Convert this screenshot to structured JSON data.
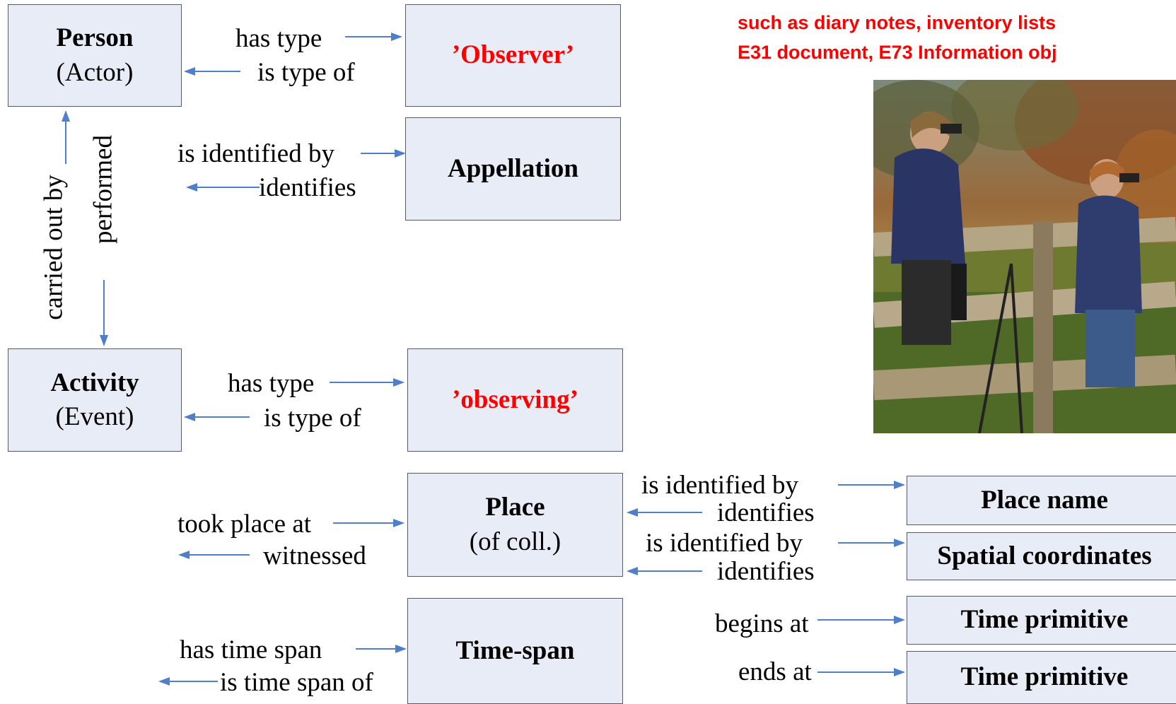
{
  "note": {
    "line1": "such as diary notes, inventory lists",
    "line2": "E31 document, E73 Information obj"
  },
  "boxes": {
    "person": {
      "title": "Person",
      "sub": "(Actor)"
    },
    "observer": {
      "title": "’Observer’"
    },
    "appellation": {
      "title": "Appellation"
    },
    "activity": {
      "title": "Activity",
      "sub": "(Event)"
    },
    "observing": {
      "title": "’observing’"
    },
    "place": {
      "title": "Place",
      "sub": "(of coll.)"
    },
    "timespan": {
      "title": "Time-span"
    },
    "place_name": {
      "title": "Place name"
    },
    "spatial": {
      "title": "Spatial coordinates"
    },
    "time_primitive_1": {
      "title": "Time primitive"
    },
    "time_primitive_2": {
      "title": "Time primitive"
    }
  },
  "labels": {
    "has_type_1": "has type",
    "is_type_of_1": "is type of",
    "is_identified_by_1": "is identified by",
    "identifies_1": "identifies",
    "carried_out_by": "carried out by",
    "performed": "performed",
    "has_type_2": "has type",
    "is_type_of_2": "is type of",
    "took_place_at": "took place at",
    "witnessed": "witnessed",
    "has_time_span": "has time span",
    "is_time_span_of": "is time span of",
    "is_identified_by_2": "is identified by",
    "identifies_2": "identifies",
    "is_identified_by_3": "is identified by",
    "identifies_3": "identifies",
    "begins_at": "begins at",
    "ends_at": "ends at"
  },
  "colors": {
    "arrow": "#4f7fc8",
    "box_fill": "#e8ecf6",
    "highlight": "#ff0000"
  }
}
